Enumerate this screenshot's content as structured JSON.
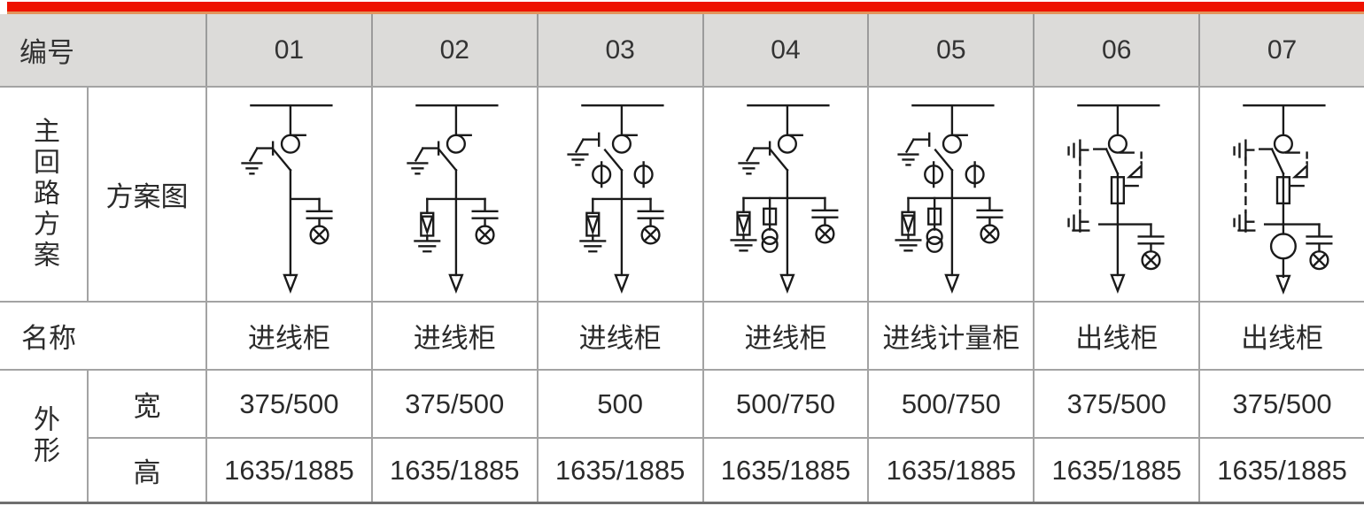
{
  "colors": {
    "accent_red": "#ee1200",
    "accent_orange_edge": "#e2945c",
    "header_bg": "#dcdbd9",
    "grid_line": "#a3a3a3",
    "diagram_line": "#1a1a1a",
    "text": "#2b2b2b"
  },
  "table": {
    "header": {
      "label": "编号",
      "columns": [
        "01",
        "02",
        "03",
        "04",
        "05",
        "06",
        "07"
      ]
    },
    "rows": {
      "scheme": {
        "group_label": "主回路方案",
        "cell_label": "方案图"
      },
      "name": {
        "label": "名称"
      },
      "dims": {
        "group_label": "外形",
        "width_label": "宽",
        "height_label": "高"
      }
    },
    "columns": [
      {
        "id": "01",
        "diagram": "incoming-load-break-switch",
        "name": "进线柜",
        "width": "375/500",
        "height": "1635/1885"
      },
      {
        "id": "02",
        "diagram": "incoming-switch-with-surge-arrester",
        "name": "进线柜",
        "width": "375/500",
        "height": "1635/1885"
      },
      {
        "id": "03",
        "diagram": "incoming-switch-with-ct-and-arrester",
        "name": "进线柜",
        "width": "500",
        "height": "1635/1885"
      },
      {
        "id": "04",
        "diagram": "incoming-switch-with-arrester-fuse-pt",
        "name": "进线柜",
        "width": "500/750",
        "height": "1635/1885"
      },
      {
        "id": "05",
        "diagram": "incoming-metering-ct-arrester-fuse-pt",
        "name": "进线计量柜",
        "width": "500/750",
        "height": "1635/1885"
      },
      {
        "id": "06",
        "diagram": "outgoing-fuse-switch-combination",
        "name": "出线柜",
        "width": "375/500",
        "height": "1635/1885"
      },
      {
        "id": "07",
        "diagram": "outgoing-fuse-switch-with-transformer",
        "name": "出线柜",
        "width": "375/500",
        "height": "1635/1885"
      }
    ]
  }
}
